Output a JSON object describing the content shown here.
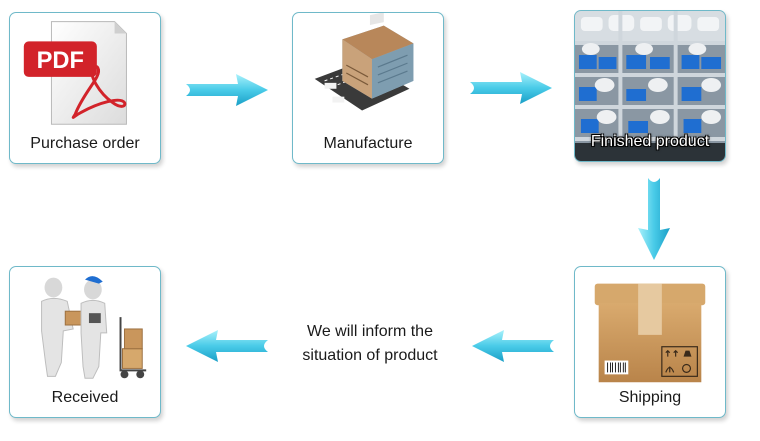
{
  "steps": [
    {
      "id": "purchase-order",
      "label": "Purchase order",
      "icon": "pdf-document-icon"
    },
    {
      "id": "manufacture",
      "label": "Manufacture",
      "icon": "factory-building-icon"
    },
    {
      "id": "finished-product",
      "label": "Finished product",
      "icon": "warehouse-shelves-photo"
    },
    {
      "id": "shipping",
      "label": "Shipping",
      "icon": "cardboard-box-icon"
    },
    {
      "id": "received",
      "label": "Received",
      "icon": "delivery-handover-icon"
    }
  ],
  "note": {
    "line1": "We will inform the",
    "line2": "situation of product"
  },
  "icon_text": {
    "pdf": "PDF"
  },
  "colors": {
    "frame_border": "#6fb9c9",
    "arrow_light": "#7ee6f7",
    "arrow_dark": "#1fa8cf",
    "pdf_red": "#d2232a",
    "box_brown": "#c9965c"
  }
}
